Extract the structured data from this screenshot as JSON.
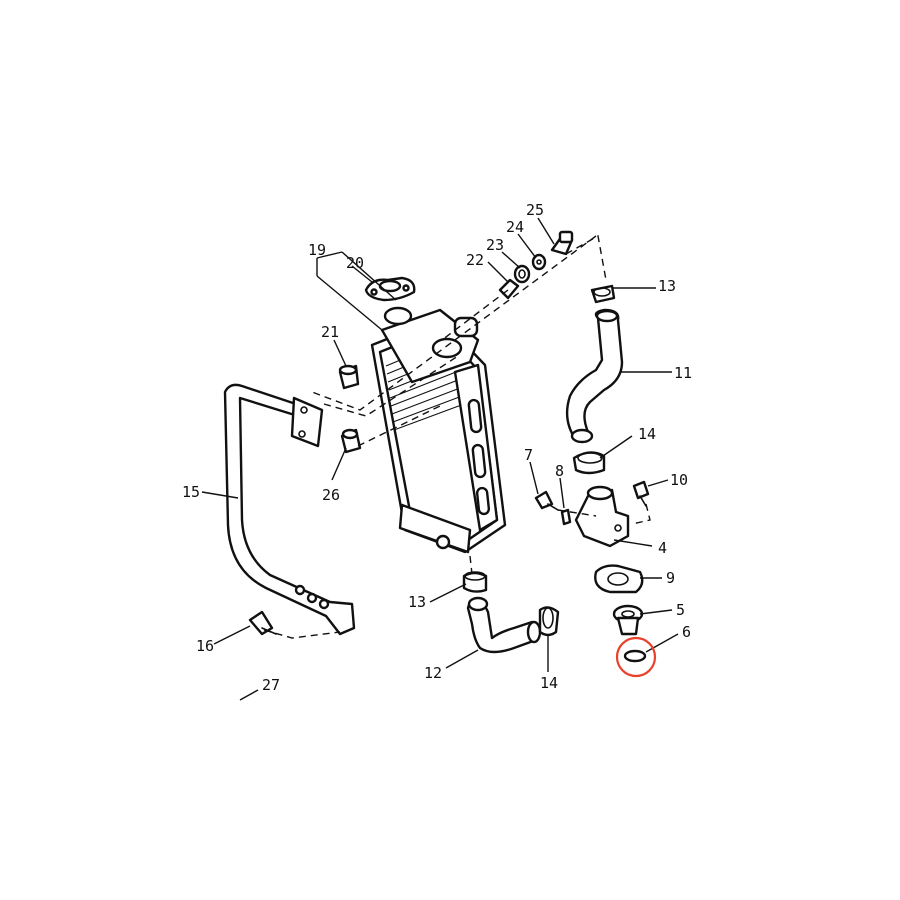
{
  "diagram": {
    "callouts": [
      "19",
      "20",
      "21",
      "22",
      "23",
      "24",
      "25",
      "13",
      "11",
      "14",
      "7",
      "8",
      "10",
      "4",
      "15",
      "26",
      "9",
      "5",
      "6",
      "13",
      "12",
      "14",
      "16",
      "27"
    ],
    "highlighted_part": "6",
    "highlight_color": "#e8412c"
  }
}
